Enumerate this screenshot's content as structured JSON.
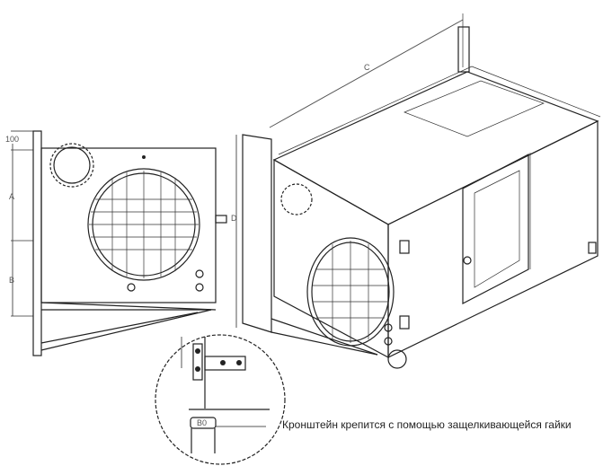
{
  "dimensions": {
    "top_offset": "100",
    "a": "A",
    "b": "B",
    "c": "C",
    "d": "D",
    "detail_tag": "B0"
  },
  "caption": "Кронштейн крепится с помощью защелкивающейся гайки"
}
